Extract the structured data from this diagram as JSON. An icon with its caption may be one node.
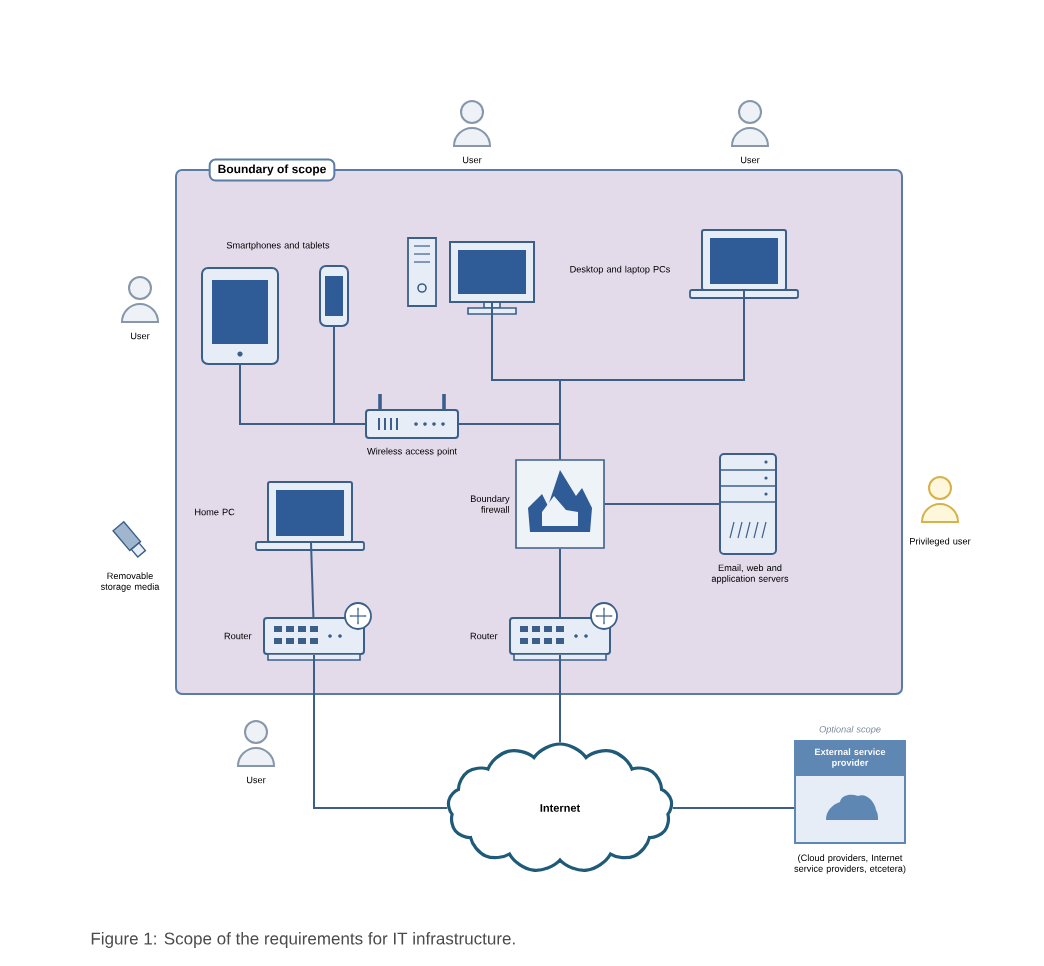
{
  "diagram": {
    "caption": "Figure 1: Scope of the requirements for IT infrastructure.",
    "nodes": [
      {
        "text": [],
        "shape": "person",
        "beside": [
          "User"
        ]
      },
      {
        "text": [],
        "shape": "person",
        "beside": [
          "User"
        ]
      },
      {
        "text": [
          "Boundary of scope"
        ]
      },
      {
        "text": [],
        "shape": "tablet",
        "in": 2
      },
      {
        "text": [],
        "shape": "phone",
        "in": 2
      },
      {
        "text": [],
        "shape": "computer",
        "in": 2
      },
      {
        "text": [],
        "shape": "laptop",
        "in": 2
      },
      {
        "text": [],
        "shape": "person",
        "beside": [
          "User"
        ]
      },
      {
        "text": [],
        "shape": "router",
        "in": 2,
        "beside": [
          "Wireless access point"
        ]
      },
      {
        "text": [],
        "shape": "firewall",
        "in": 2,
        "beside": [
          "Boundary firewall"
        ]
      },
      {
        "text": [],
        "shape": "server",
        "in": 2,
        "beside": [
          "Email, web and application servers"
        ]
      },
      {
        "text": [],
        "shape": "person",
        "beside": [
          "Privileged user"
        ]
      },
      {
        "text": [],
        "shape": "usb",
        "beside": [
          "Removable storage media"
        ]
      },
      {
        "text": [],
        "shape": "laptop",
        "in": 2,
        "beside": [
          "Home PC"
        ]
      },
      {
        "text": [],
        "shape": "switch",
        "in": 2,
        "beside": [
          "Router"
        ]
      },
      {
        "text": [],
        "shape": "switch",
        "in": 2,
        "beside": [
          "Router"
        ]
      },
      {
        "text": [],
        "shape": "person",
        "beside": [
          "User"
        ]
      },
      {
        "text": [
          "Internet"
        ]
      },
      {
        "text": [
          "External service provider"
        ],
        "beside": [
          "Optional scope",
          "(Cloud providers, Internet service providers, etcetera)"
        ]
      }
    ],
    "edges": [
      {
        "from": 3,
        "to": 8,
        "arrow": "none"
      },
      {
        "from": 4,
        "to": 8,
        "arrow": "none"
      },
      {
        "from": 8,
        "to": 9,
        "arrow": "none"
      },
      {
        "from": 5,
        "to": 9,
        "arrow": "none"
      },
      {
        "from": 6,
        "to": 9,
        "arrow": "none"
      },
      {
        "from": 10,
        "to": 9,
        "arrow": "none"
      },
      {
        "from": 9,
        "to": 15,
        "arrow": "none"
      },
      {
        "from": 13,
        "to": 14,
        "arrow": "none"
      },
      {
        "from": 15,
        "to": 17,
        "arrow": "none"
      },
      {
        "from": 14,
        "to": 17,
        "arrow": "none"
      },
      {
        "from": 17,
        "to": 18,
        "arrow": "none"
      }
    ],
    "labels": [
      "Smartphones and tablets",
      "Desktop and laptop PCs"
    ]
  }
}
